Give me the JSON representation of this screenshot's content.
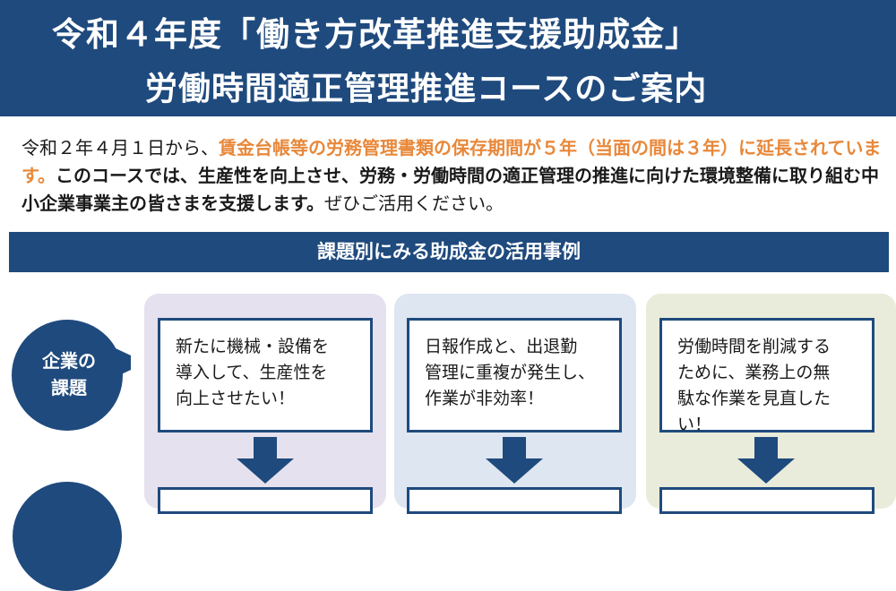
{
  "header": {
    "title_line1": "令和４年度「働き方改革推進支援助成金」",
    "title_line2": "労働時間適正管理推進コースのご案内"
  },
  "intro": {
    "part1": "令和２年４月１日から、",
    "highlight": "賃金台帳等の労務管理書類の保存期間が５年（当面の間は３年）に延長されています。",
    "bold": "このコースでは、生産性を向上させ、労務・労働時間の適正管理の推進に向けた環境整備に取り組む中小企業事業主の皆さまを支援します。",
    "part2": "ぜひご活用ください。"
  },
  "section": {
    "title": "課題別にみる助成金の活用事例"
  },
  "badge": {
    "label_line1": "企業の",
    "label_line2": "課題"
  },
  "cards": [
    {
      "text_line1": "新たに機械・設備を",
      "text_line2": "導入して、生産性を",
      "text_line3": "向上させたい！"
    },
    {
      "text_line1": "日報作成と、出退勤",
      "text_line2": "管理に重複が発生し、",
      "text_line3": "作業が非効率！"
    },
    {
      "text_line1": "労働時間を削減する",
      "text_line2": "ために、業務上の無",
      "text_line3": "駄な作業を見直した",
      "text_line4": "い！"
    }
  ],
  "colors": {
    "navy": "#1f4a7d",
    "orange": "#e8883a",
    "lavender": "#e6e1ee",
    "lightblue": "#dde6f1",
    "lightgreen": "#e9ecda"
  }
}
